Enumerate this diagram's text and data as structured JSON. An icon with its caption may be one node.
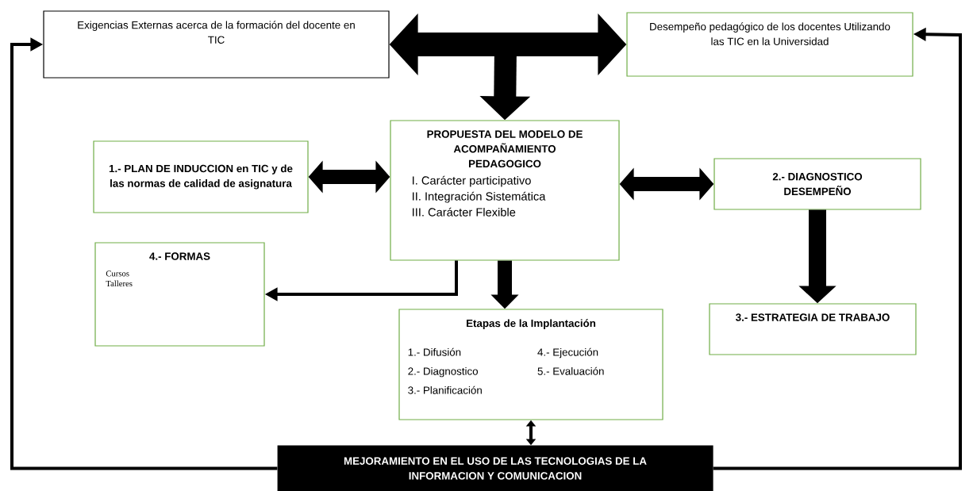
{
  "diagram": {
    "nodes": [
      {
        "text": [
          "Exigencias Externas acerca de la formación del docente en TIC"
        ]
      },
      {
        "text": [
          "Desempeño pedagógico de los docentes Utilizando las TIC en la Universidad"
        ]
      },
      {
        "text": [
          "PROPUESTA DEL MODELO DE ACOMPAÑAMIENTO PEDAGOGICO",
          "I. Carácter participativo",
          "II. Integración Sistemática",
          "III. Carácter Flexible"
        ]
      },
      {
        "text": [
          "1.- PLAN DE INDUCCION en TIC y de las normas de calidad de asignatura"
        ]
      },
      {
        "text": [
          "2.- DIAGNOSTICO DESEMPEÑO"
        ]
      },
      {
        "text": [
          "4.- FORMAS",
          "Cursos",
          "Talleres"
        ]
      },
      {
        "text": [
          "Etapas de la Implantación",
          "1.- Difusión",
          "2.- Diagnostico",
          "3.- Planificación",
          "4.- Ejecución",
          "5.- Evaluación"
        ]
      },
      {
        "text": [
          "3.- ESTRATEGIA DE TRABAJO"
        ]
      },
      {
        "text": [
          "MEJORAMIENTO EN EL USO DE LAS TECNOLOGIAS DE LA INFORMACION Y COMUNICACION"
        ]
      }
    ],
    "edges": [
      {
        "from": 0,
        "to": 1,
        "arrow": "both"
      },
      {
        "from": null,
        "to": 2,
        "arrow": "to"
      },
      {
        "from": 3,
        "to": 2,
        "arrow": "both"
      },
      {
        "from": 2,
        "to": 4,
        "arrow": "both"
      },
      {
        "from": 4,
        "to": 7,
        "arrow": "to"
      },
      {
        "from": 2,
        "to": 6,
        "arrow": "to"
      },
      {
        "from": 2,
        "to": 5,
        "arrow": "to"
      },
      {
        "from": 6,
        "to": 8,
        "arrow": "both"
      },
      {
        "from": 8,
        "to": 0,
        "arrow": "to"
      },
      {
        "from": 8,
        "to": 1,
        "arrow": "to"
      }
    ]
  }
}
